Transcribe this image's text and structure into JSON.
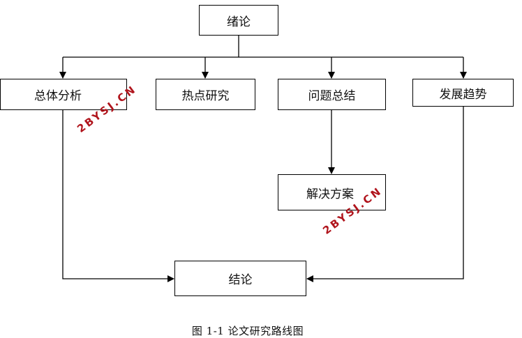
{
  "diagram": {
    "root": "绪论",
    "branches": [
      "总体分析",
      "热点研究",
      "问题总结",
      "发展趋势"
    ],
    "solution": "解决方案",
    "conclusion": "结论"
  },
  "watermarks": [
    "2BYSJ.CN",
    "2BYSJ.CN"
  ],
  "caption": "图 1-1  论文研究路线图"
}
